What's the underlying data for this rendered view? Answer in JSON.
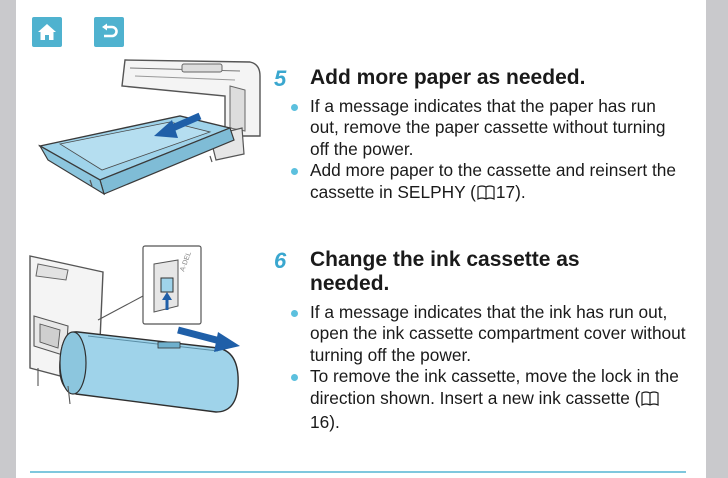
{
  "nav": {
    "home_icon": "home-icon",
    "back_icon": "back-arrow-icon"
  },
  "steps": [
    {
      "number": "5",
      "title": "Add more paper as needed.",
      "bullets": [
        "If a message indicates that the paper has run out, remove the paper cassette without turning off the power.",
        {
          "before": "Add more paper to the cassette and reinsert the cassette in SELPHY (",
          "ref": "17",
          "after": ")."
        }
      ]
    },
    {
      "number": "6",
      "title_line1": "Change the ink cassette as",
      "title_line2": "needed.",
      "bullets": [
        "If a message indicates that the ink has run out, open the ink cassette compartment cover without turning off the power.",
        {
          "before": "To remove the ink cassette, move the lock in the direction shown. Insert a new ink cassette (",
          "ref": "16",
          "after": ")."
        }
      ]
    }
  ],
  "colors": {
    "accent": "#3aa7cf",
    "nav_button": "#4fb2cf",
    "illustration_blue": "#9fd3ea",
    "rule": "#7fc7dd"
  }
}
